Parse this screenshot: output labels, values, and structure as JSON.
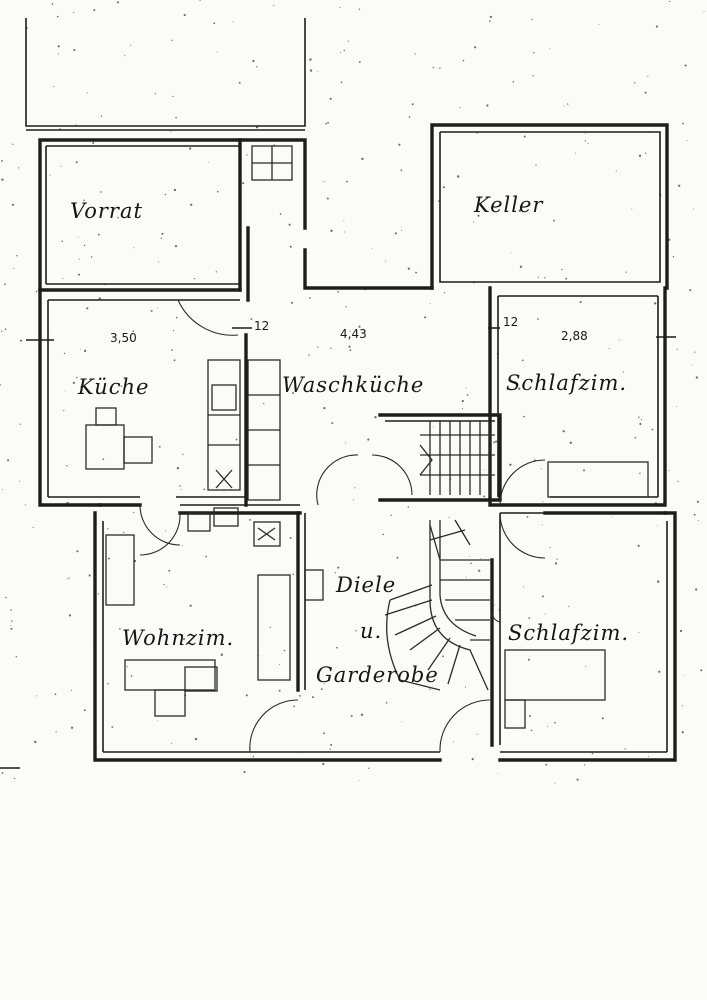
{
  "rooms": {
    "vorrat": "Vorrat",
    "keller": "Keller",
    "kueche": "Küche",
    "waschkueche": "Waschküche",
    "schlafzimmer_1": "Schlafzim.",
    "wohnzimmer": "Wohnzim.",
    "diele": "Diele",
    "diele_und": "u.",
    "garderobe": "Garderobe",
    "schlafzimmer_2": "Schlafzim."
  },
  "dimensions": {
    "d1": "3,50",
    "d2": "12",
    "d3": "4,43",
    "d4": "12",
    "d5": "2,88"
  },
  "colors": {
    "ink": "#1d1d1d",
    "paper": "#fbfbf9"
  }
}
